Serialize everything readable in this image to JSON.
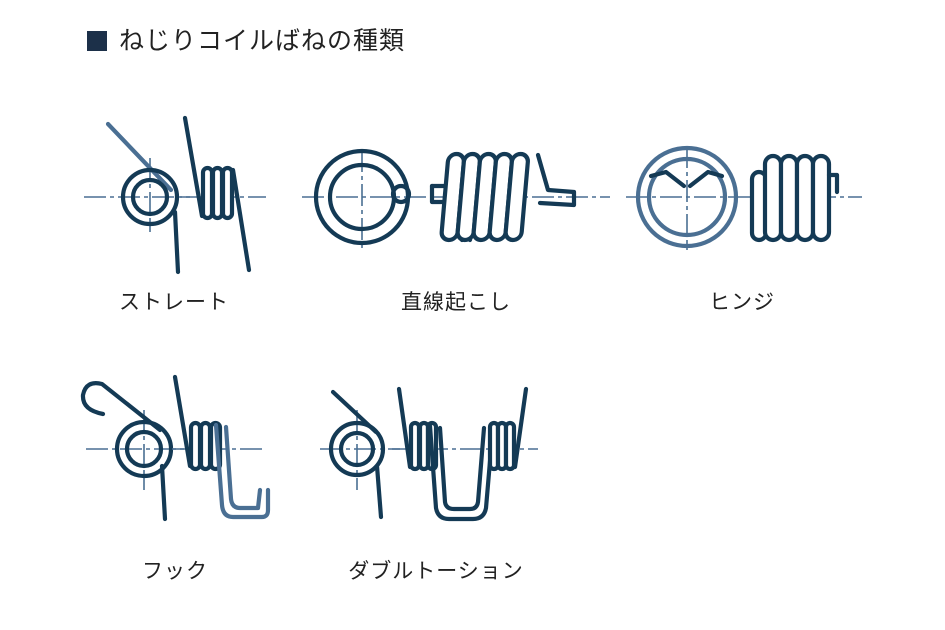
{
  "title": "ねじりコイルばねの種類",
  "types": [
    {
      "id": "straight",
      "label": "ストレート"
    },
    {
      "id": "straight-bend",
      "label": "直線起こし"
    },
    {
      "id": "hinge",
      "label": "ヒンジ"
    },
    {
      "id": "hook",
      "label": "フック"
    },
    {
      "id": "double-torsion",
      "label": "ダブルトーション"
    }
  ],
  "colors": {
    "wire_dark": "#143a55",
    "wire_light": "#4a6f93",
    "title_marker": "#1c3049",
    "text": "#222222"
  }
}
